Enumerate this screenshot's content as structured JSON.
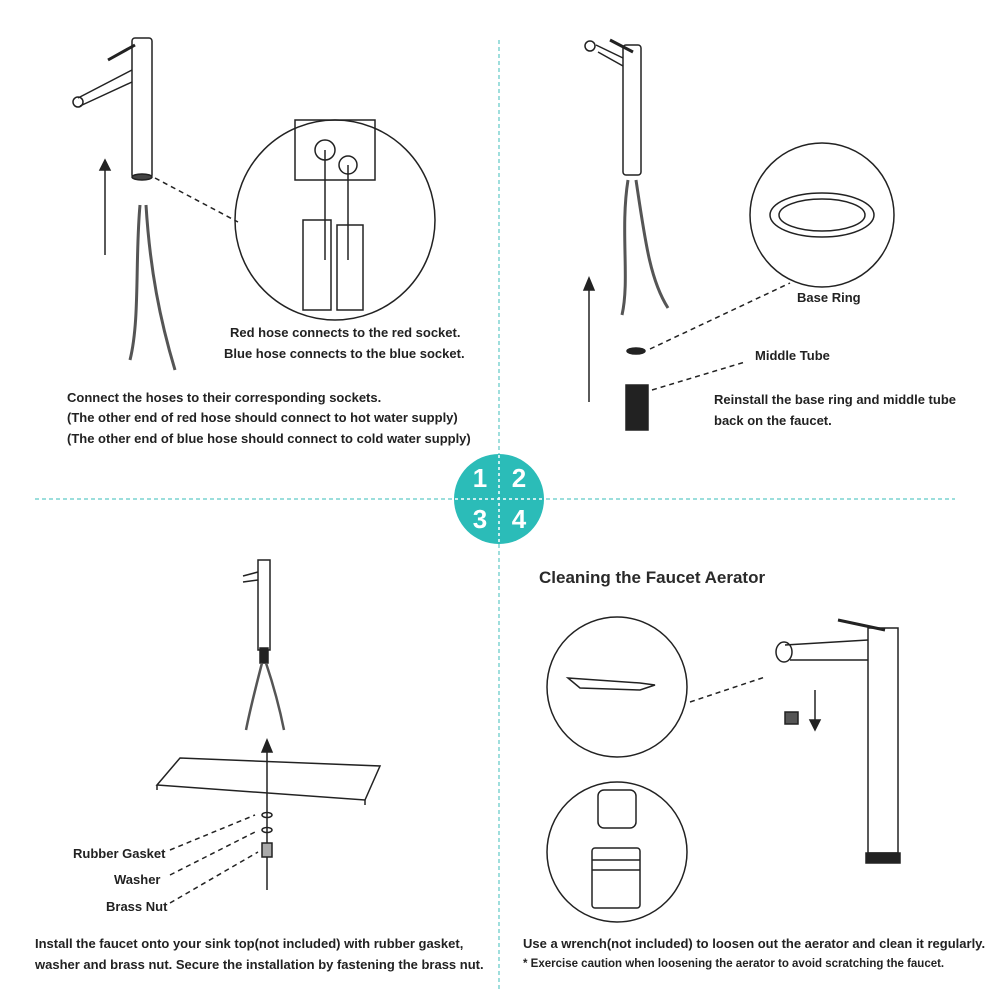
{
  "step_badge": {
    "numbers": [
      "1",
      "2",
      "3",
      "4"
    ],
    "color": "#2bbcb8"
  },
  "step1": {
    "callout": [
      "Red hose connects to the red socket.",
      "Blue hose connects to the blue socket."
    ],
    "instructions": [
      "Connect the hoses to their corresponding sockets.",
      "(The other end of red hose should connect to hot water supply)",
      "(The other end of blue hose should connect to cold water supply)"
    ]
  },
  "step2": {
    "labels": {
      "base_ring": "Base Ring",
      "middle_tube": "Middle Tube"
    },
    "instructions": [
      "Reinstall the base ring and middle tube",
      "back on the faucet."
    ]
  },
  "step3": {
    "labels": {
      "rubber_gasket": "Rubber Gasket",
      "washer": "Washer",
      "brass_nut": "Brass Nut"
    },
    "instructions": [
      "Install the faucet onto your sink top(not included) with rubber gasket,",
      "washer and brass nut. Secure the installation by fastening the brass nut."
    ]
  },
  "step4": {
    "title": "Cleaning the Faucet Aerator",
    "instructions": "Use a wrench(not included) to loosen out the aerator and clean it regularly.",
    "caution": "* Exercise caution when loosening the aerator to avoid scratching the faucet."
  }
}
